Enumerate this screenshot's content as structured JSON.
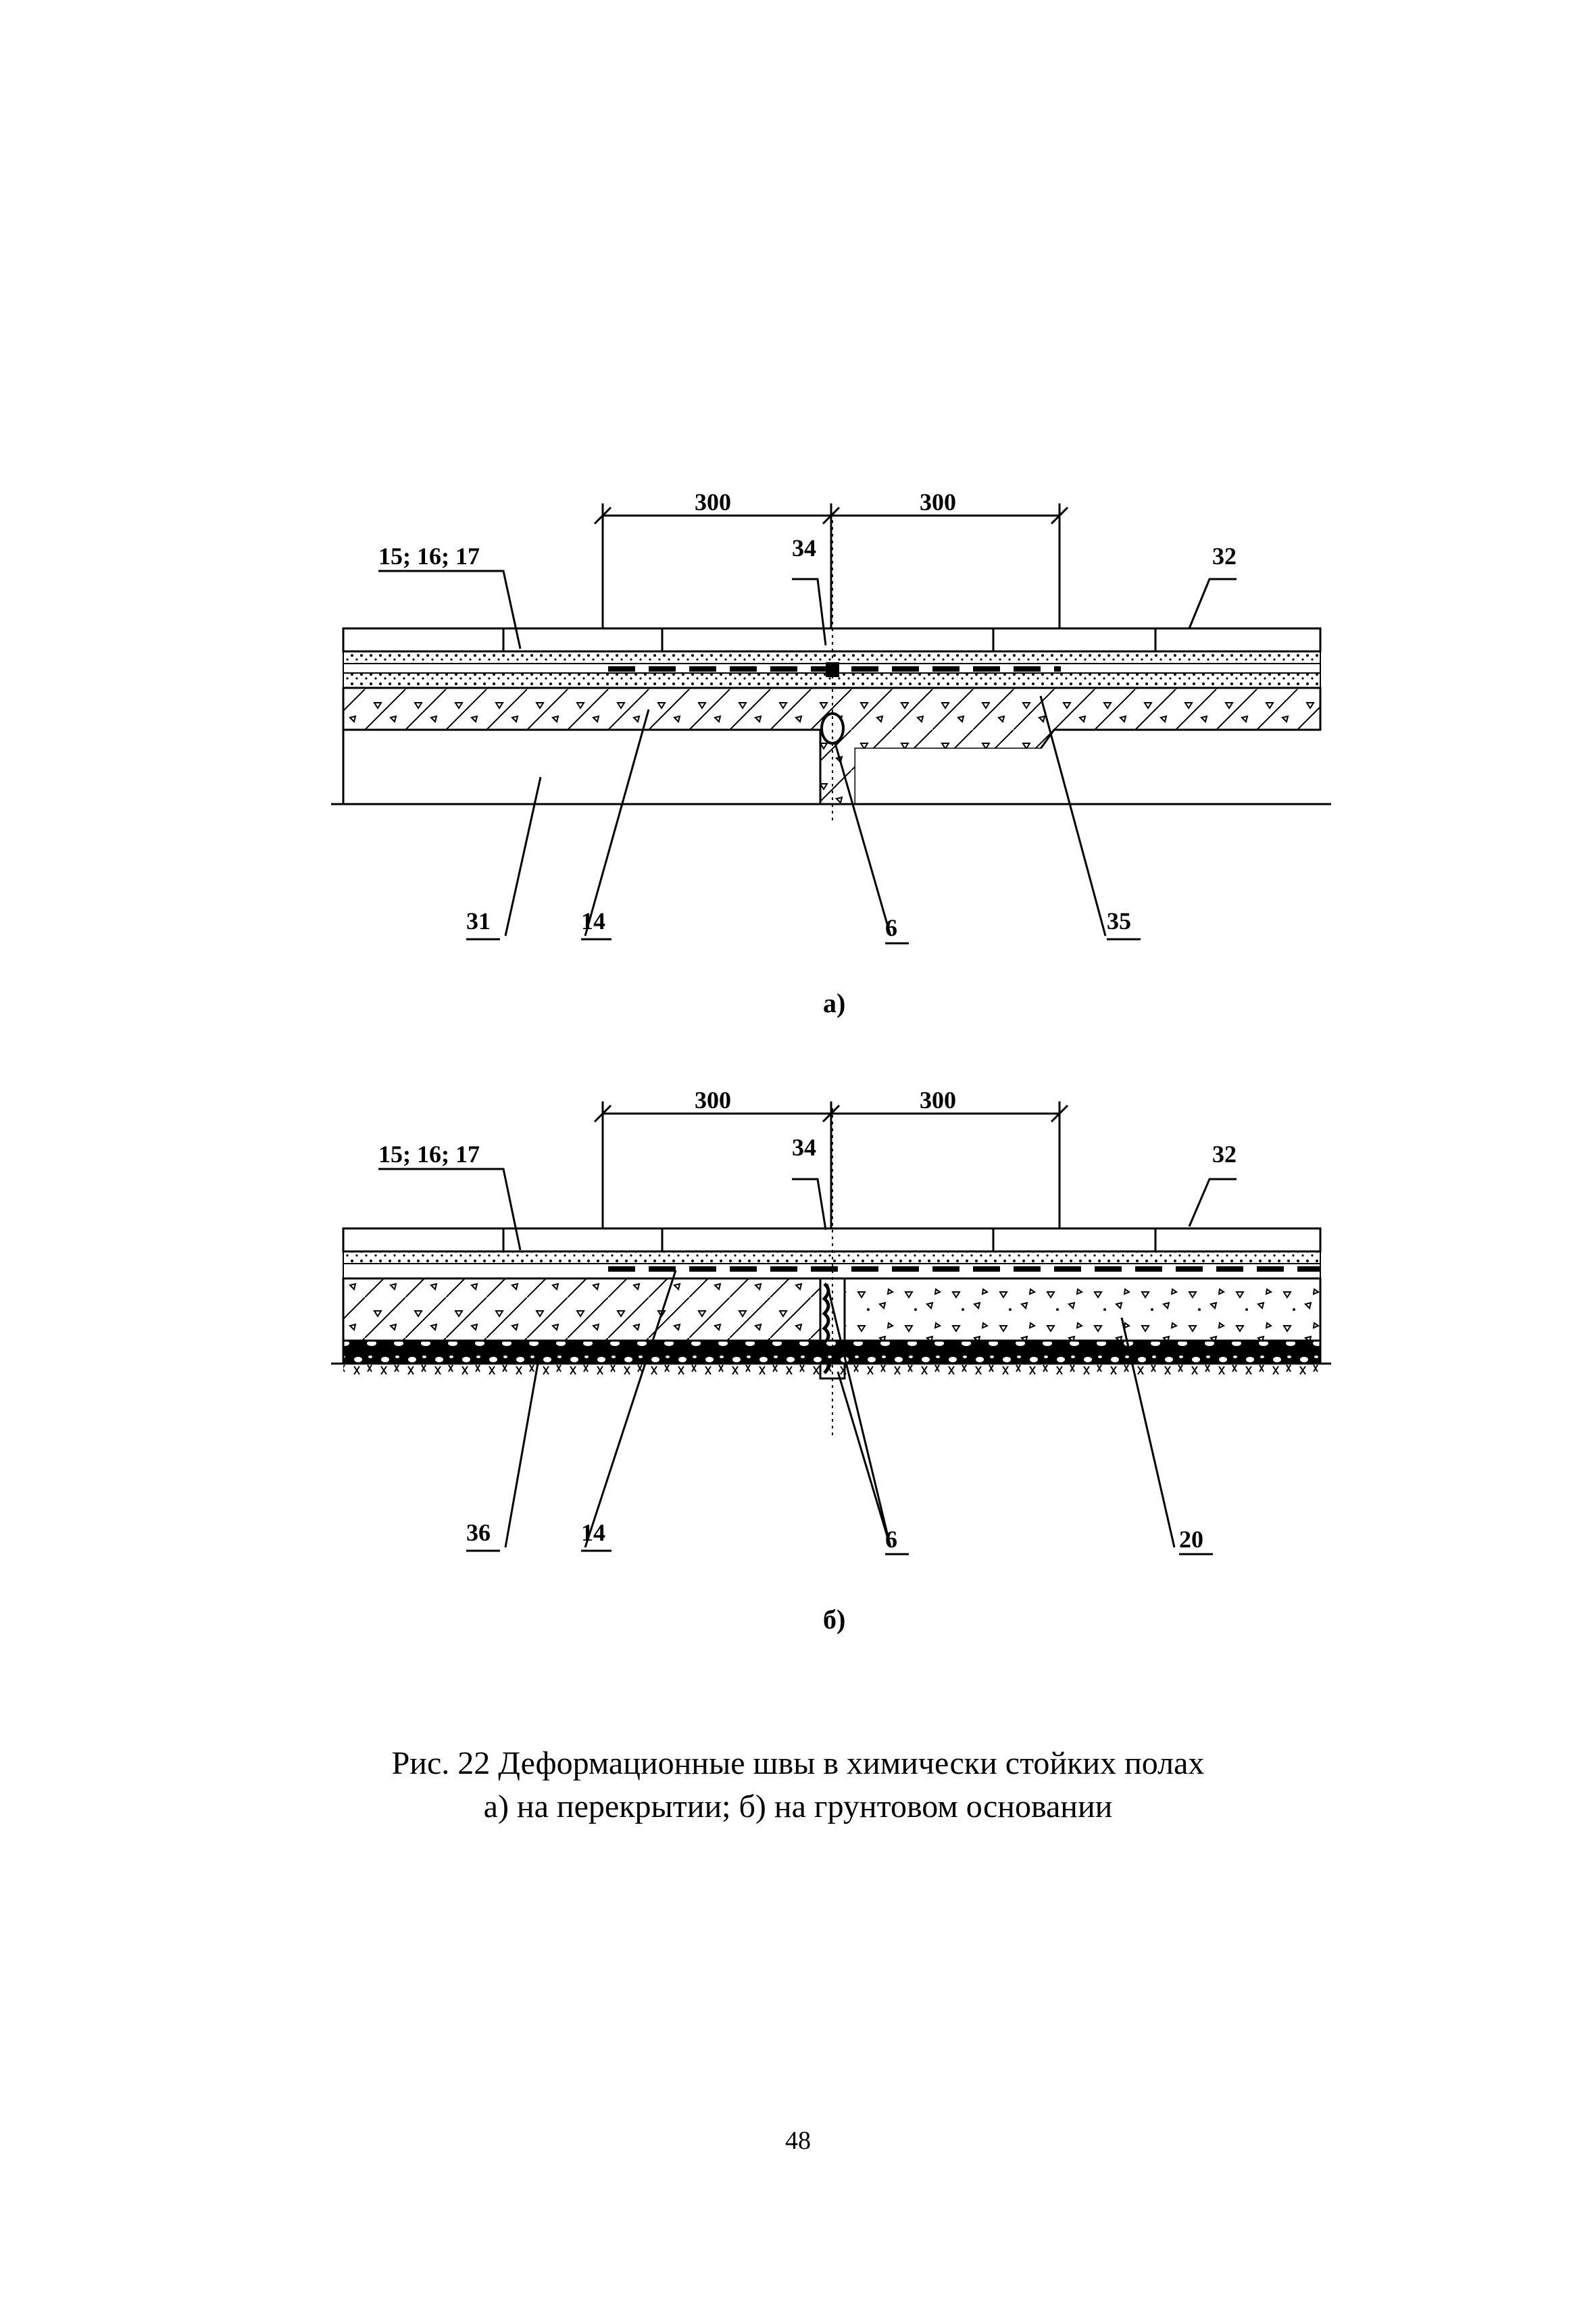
{
  "figure_a": {
    "dim_left": "300",
    "dim_right": "300",
    "label_15_16_17": "15; 16; 17",
    "label_34": "34",
    "label_32": "32",
    "label_31": "31",
    "label_14": "14",
    "label_6": "6",
    "label_35": "35",
    "sublabel": "а)"
  },
  "figure_b": {
    "dim_left": "300",
    "dim_right": "300",
    "label_15_16_17": "15; 16; 17",
    "label_34": "34",
    "label_32": "32",
    "label_36": "36",
    "label_14": "14",
    "label_6": "6",
    "label_20": "20",
    "sublabel": "б)"
  },
  "caption": {
    "line1": "Рис. 22  Деформационные швы в химически стойких полах",
    "line2": "а) на перекрытии; б) на грунтовом  основании"
  },
  "page_number": "48"
}
